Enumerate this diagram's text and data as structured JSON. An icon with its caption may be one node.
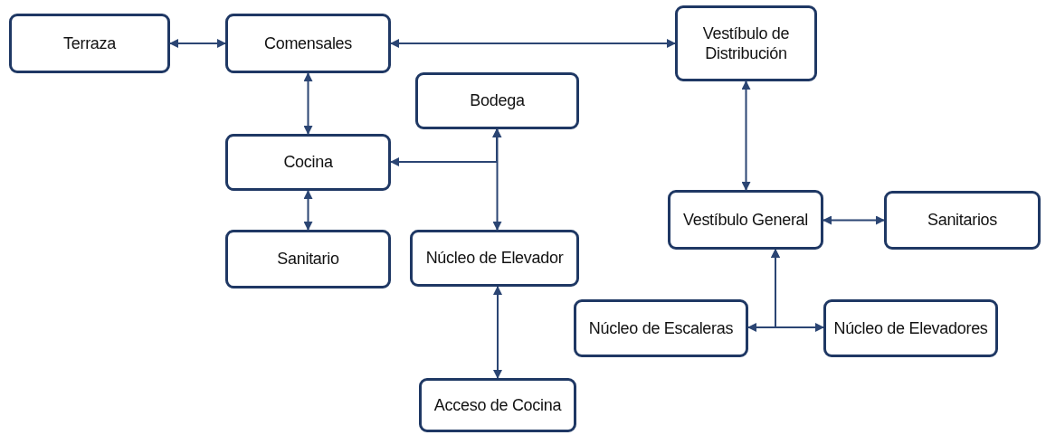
{
  "diagram": {
    "nodes": [
      {
        "text": [
          "Terraza"
        ]
      },
      {
        "text": [
          "Comensales"
        ]
      },
      {
        "text": [
          "Vestíbulo de Distribución"
        ]
      },
      {
        "text": [
          "Bodega"
        ]
      },
      {
        "text": [
          "Cocina"
        ]
      },
      {
        "text": [
          "Sanitario"
        ]
      },
      {
        "text": [
          "Núcleo de Elevador"
        ]
      },
      {
        "text": [
          "Acceso de Cocina"
        ]
      },
      {
        "text": [
          "Vestíbulo General"
        ]
      },
      {
        "text": [
          "Sanitarios"
        ]
      },
      {
        "text": [
          "Núcleo de Escaleras"
        ]
      },
      {
        "text": [
          "Núcleo de Elevadores"
        ]
      }
    ],
    "edges": [
      {
        "from": 0,
        "to": 1,
        "arrow": "both"
      },
      {
        "from": 1,
        "to": 2,
        "arrow": "both"
      },
      {
        "from": 1,
        "to": 4,
        "arrow": "both"
      },
      {
        "from": 4,
        "to": 5,
        "arrow": "both"
      },
      {
        "from": 3,
        "to": 4,
        "arrow": "both"
      },
      {
        "from": 3,
        "to": 6,
        "arrow": "both"
      },
      {
        "from": 6,
        "to": 7,
        "arrow": "both"
      },
      {
        "from": 2,
        "to": 8,
        "arrow": "both"
      },
      {
        "from": 8,
        "to": 9,
        "arrow": "both"
      },
      {
        "from": 8,
        "to": 10,
        "arrow": "both"
      },
      {
        "from": 8,
        "to": 11,
        "arrow": "both"
      }
    ]
  }
}
